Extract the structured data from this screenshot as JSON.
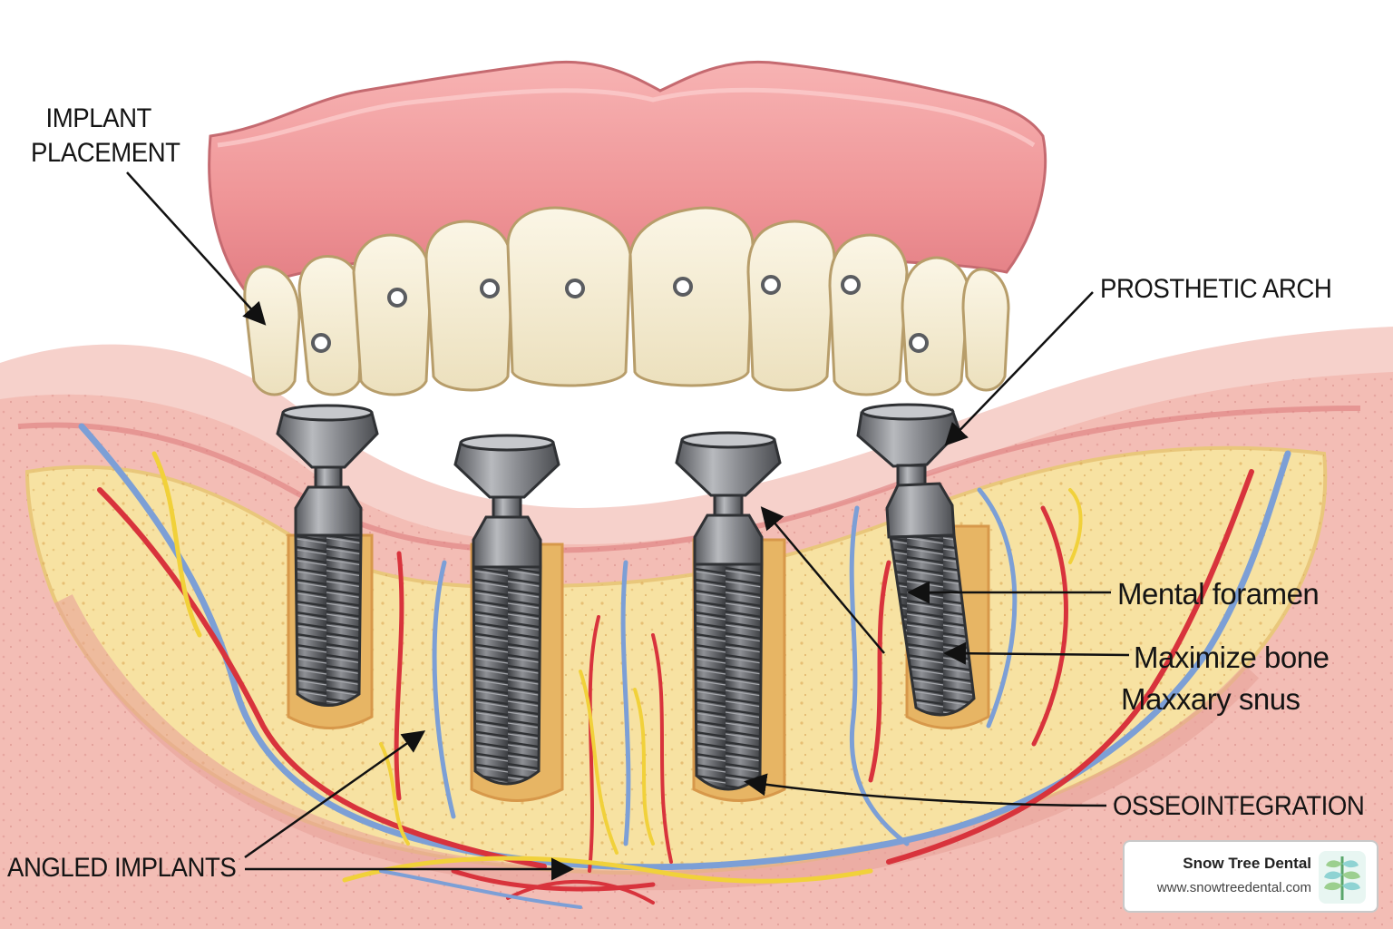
{
  "labels": {
    "implant_placement_line1": "IMPLANT",
    "implant_placement_line2": "PLACEMENT",
    "prosthetic_arch": "PROSTHETIC ARCH",
    "mental_foramen": "Mental foramen",
    "maximize_bone": "Maximize bone",
    "maxxary_snus": "Maxxary snus",
    "osseointegration": "OSSEOINTEGRATION",
    "angled_implants": "ANGLED IMPLANTS"
  },
  "brand": {
    "name": "Snow Tree Dental",
    "url": "www.snowtreedental.com",
    "icon": "tree-logo-icon"
  },
  "colors": {
    "gum": "#f0999a",
    "gum_dark": "#d96a70",
    "tooth": "#f4ecd2",
    "bone": "#f7e2a2",
    "bone_pocket": "#e6b867",
    "soft_tissue": "#f2b9b3",
    "implant": "#7b7d82",
    "artery": "#d8333c",
    "vein": "#7c9fd6",
    "nerve": "#f1d13a",
    "logo_green": "#9ccf8f",
    "logo_teal": "#8fd3d3"
  }
}
